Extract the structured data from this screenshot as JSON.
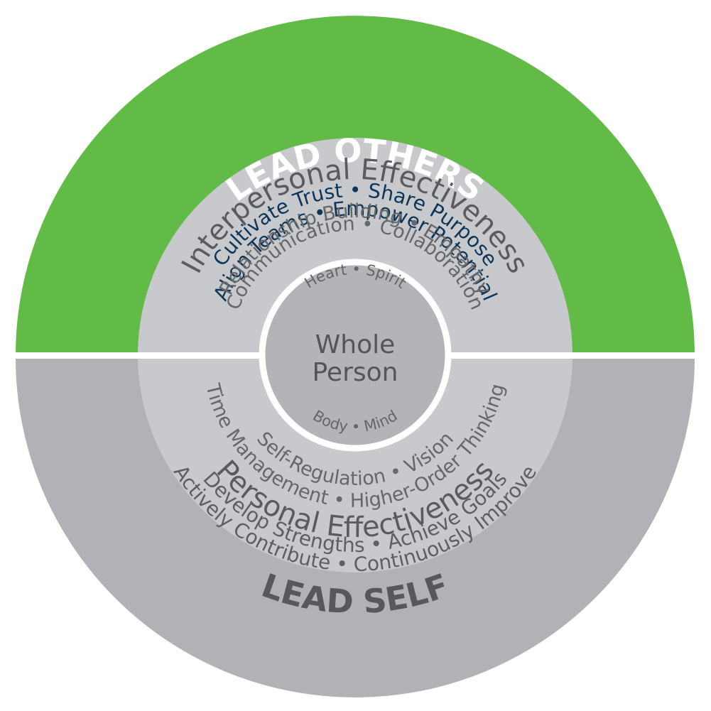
{
  "colors": {
    "green": "#62bb46",
    "outer_gray": "#b1b2b6",
    "middle_gray": "#c8c9cc",
    "core_gray": "#b3b4b8",
    "divider": "#ffffff"
  },
  "lead_others": {
    "title": "LEAD OTHERS",
    "line1": "Cultivate Trust  •  Share Purpose",
    "line2": "Align Teams  •  Empower Potential"
  },
  "interpersonal": {
    "title": "Interpersonal Effectiveness",
    "line1": "Relationship Building  •  Empathy",
    "line2": "Communication  •  Collaboration"
  },
  "whole_person": {
    "title_line1": "Whole",
    "title_line2": "Person",
    "top_items": "Heart  •  Spirit",
    "bottom_items": "Body  •  Mind"
  },
  "personal": {
    "line1": "Self-Regulation  •  Vision",
    "line2": "Time Management  •  Higher-Order Thinking",
    "title": "Personal Effectiveness"
  },
  "lead_self": {
    "line1": "Develop Strengths  •  Achieve Goals",
    "line2": "Actively Contribute  •  Continuously Improve",
    "title": "LEAD SELF"
  }
}
